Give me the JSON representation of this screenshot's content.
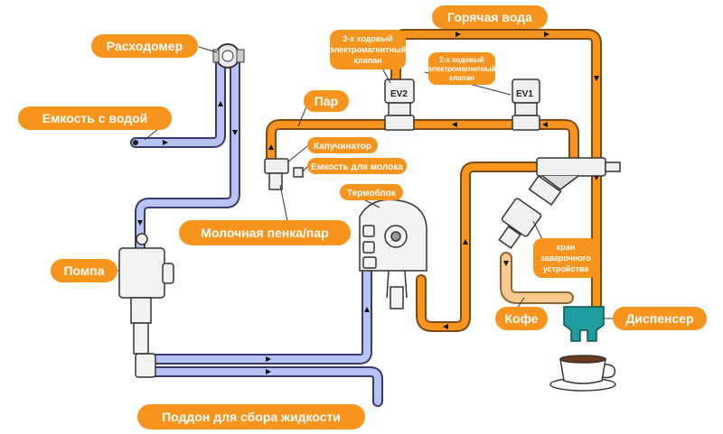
{
  "labels": {
    "raskhodomer": "Расходомер",
    "emkost_voda": "Емкость с водой",
    "pompa": "Помпа",
    "poddon": "Поддон для сбора жидкости",
    "goryachaya_voda": "Горячая вода",
    "par": "Пар",
    "kapuchinator": "Капучинатор",
    "emkost_moloko": "Емкость для молока",
    "termoblok": "Термоблок",
    "molochnaya_penka": "Молочная пенка/пар",
    "kofe": "Кофе",
    "dispenser": "Диспенсер"
  },
  "valve_3way": {
    "line1": "3-х ходовый",
    "line2": "электромагнитный",
    "line3": "клапан",
    "tag": "EV2"
  },
  "valve_2way": {
    "line1": "2-х ходовый",
    "line2": "электромагнитный",
    "line3": "клапан",
    "tag": "EV1"
  },
  "kran": {
    "line1": "кран",
    "line2": "заварочного",
    "line3": "устройства"
  },
  "colors": {
    "orange": "#f7941d",
    "blue_pipe": "#b7c3f2",
    "blue_outline": "#3a3a6a",
    "teal": "#1f9c9e"
  }
}
